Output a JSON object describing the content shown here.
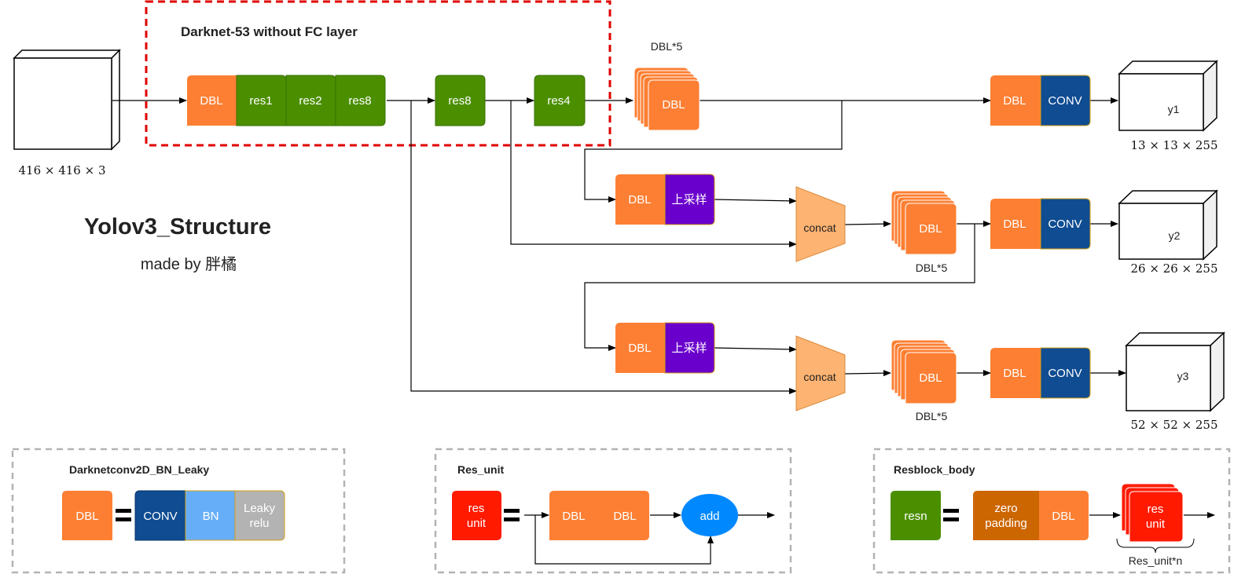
{
  "title": "Yolov3_Structure",
  "subtitle": "made by 胖橘",
  "darknet_label": "Darknet-53 without FC layer",
  "input": {
    "dims": "416 × 416 × 3"
  },
  "backbone": {
    "dbl": "DBL",
    "res1": "res1",
    "res2": "res2",
    "res8a": "res8",
    "res8b": "res8",
    "res4": "res4"
  },
  "branch1": {
    "dbl5_caption": "DBL*5",
    "dbl5": "DBL",
    "dbl": "DBL",
    "conv": "CONV",
    "out": "y1",
    "dims": "13 × 13 × 255"
  },
  "branch2": {
    "up_dbl": "DBL",
    "upsample": "上采样",
    "concat": "concat",
    "dbl5": "DBL",
    "dbl5_caption": "DBL*5",
    "dbl": "DBL",
    "conv": "CONV",
    "out": "y2",
    "dims": "26 × 26 × 255"
  },
  "branch3": {
    "up_dbl": "DBL",
    "upsample": "上采样",
    "concat": "concat",
    "dbl5": "DBL",
    "dbl5_caption": "DBL*5",
    "dbl": "DBL",
    "conv": "CONV",
    "out": "y3",
    "dims": "52 × 52 × 255"
  },
  "legend_dbl": {
    "title": "Darknetconv2D_BN_Leaky",
    "dbl": "DBL",
    "conv": "CONV",
    "bn": "BN",
    "leaky_line1": "Leaky",
    "leaky_line2": "relu"
  },
  "legend_res_unit": {
    "title": "Res_unit",
    "res_line1": "res",
    "res_line2": "unit",
    "dbl1": "DBL",
    "dbl2": "DBL",
    "add": "add"
  },
  "legend_resblock": {
    "title": "Resblock_body",
    "resn": "resn",
    "zero_line1": "zero",
    "zero_line2": "padding",
    "dbl": "DBL",
    "res_line1": "res",
    "res_line2": "unit",
    "caption": "Res_unit*n"
  },
  "colors": {
    "dbl": "#fd7f33",
    "res": "#4b8f00",
    "conv": "#0f4c92",
    "upsample": "#6a00cc",
    "concat": "#fdb371",
    "bn": "#67aef8",
    "leaky": "#b3b3b3",
    "res_unit": "#ff1a00",
    "zero_padding": "#cc6600",
    "add": "#0088ff",
    "dashed_red": "#e00000",
    "dashed_gray": "#b3b3b3"
  }
}
